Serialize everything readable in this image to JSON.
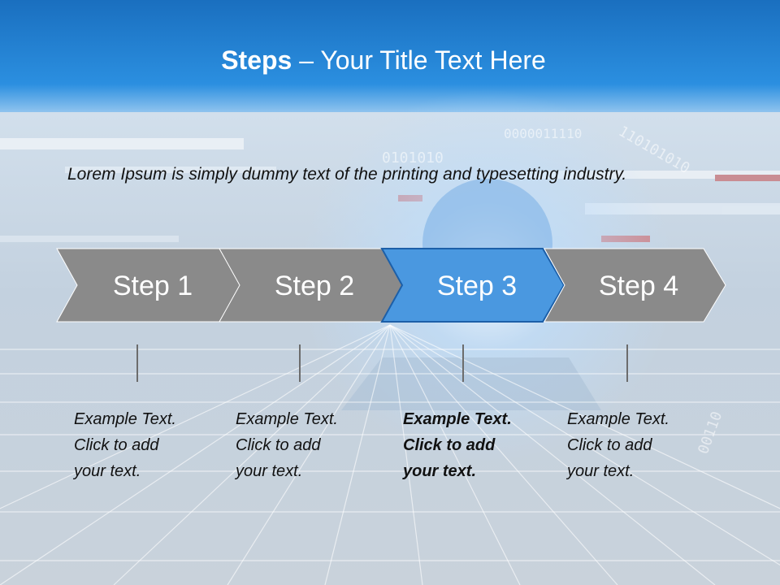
{
  "slide": {
    "title_bold": "Steps",
    "title_rest": " – Your Title Text Here",
    "intro": "Lorem Ipsum is simply dummy text of the printing and typesetting industry."
  },
  "steps": [
    {
      "label": "Step 1",
      "active": false,
      "caption": [
        "Example Text.",
        "Click  to add",
        "your text."
      ]
    },
    {
      "label": "Step 2",
      "active": false,
      "caption": [
        "Example Text.",
        "Click  to add",
        "your text."
      ]
    },
    {
      "label": "Step 3",
      "active": true,
      "caption": [
        "Example Text.",
        "Click  to add",
        "your text."
      ]
    },
    {
      "label": "Step 4",
      "active": false,
      "caption": [
        "Example Text.",
        "Click  to add",
        "your text."
      ]
    }
  ],
  "colors": {
    "header": "#1f7fcf",
    "chevron_inactive": "#8a8a8a",
    "chevron_active": "#4a98e0",
    "chevron_active_border": "#1c5fa8"
  },
  "background": {
    "binary_1": "0101010",
    "binary_2": "0000011110",
    "binary_3": "110101010",
    "binary_4": "00110"
  }
}
